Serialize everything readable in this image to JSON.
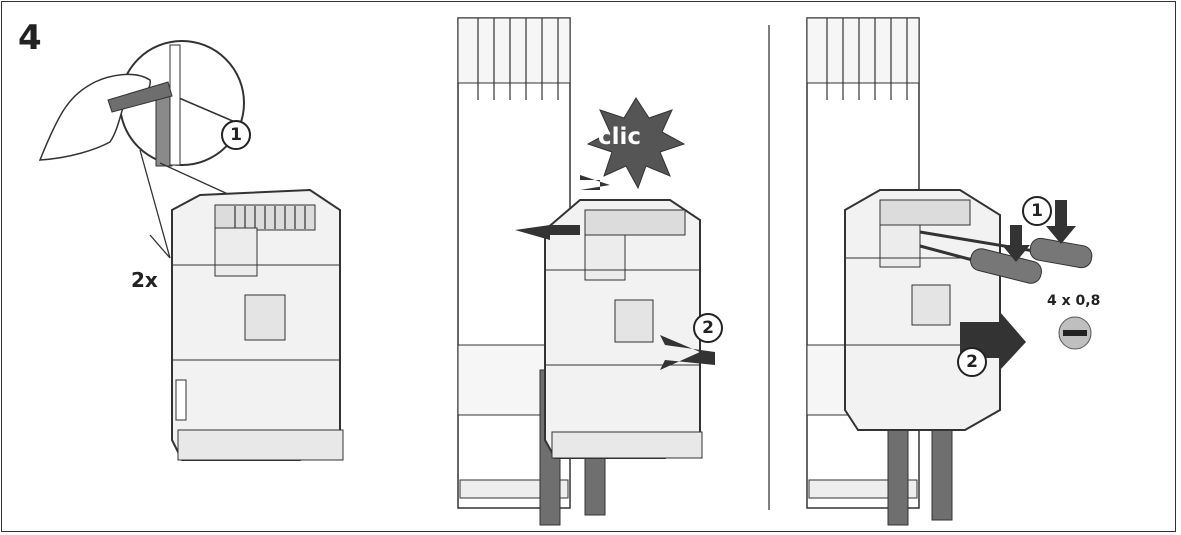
{
  "step": {
    "number": "4"
  },
  "panel_1": {
    "callout_number": "1",
    "quantity_label": "2x"
  },
  "panel_2": {
    "effect_label": "clic",
    "step_number": "2"
  },
  "panel_3": {
    "step_1_number": "1",
    "step_2_number": "2",
    "tool_spec": "4 x 0,8",
    "tool_icon": "flat-screwdriver-slot-icon"
  },
  "colors": {
    "line": "#333333",
    "module_fill": "#f2f2f2",
    "module_shade": "#dcdcdc",
    "arrow": "#333333",
    "burst": "#555555",
    "cable": "#6f6f6f"
  }
}
